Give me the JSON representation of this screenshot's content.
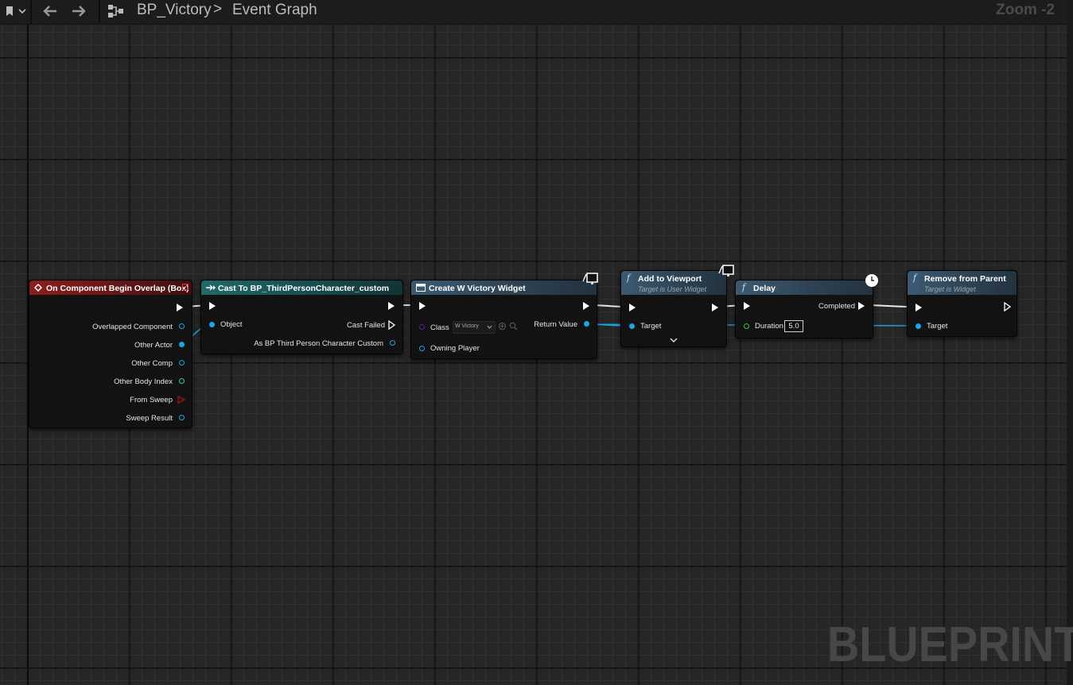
{
  "toolbar": {
    "breadcrumb_blueprint": "BP_Victory",
    "breadcrumb_separator": ">",
    "breadcrumb_graph": "Event Graph",
    "zoom": "Zoom -2",
    "icons": [
      "bookmark-icon",
      "chevron-down-icon",
      "back-arrow-icon",
      "forward-arrow-icon",
      "graph-icon"
    ]
  },
  "watermark": "BLUEPRINT",
  "colors": {
    "event_header": "#8c1e1e",
    "cast_header": "#1f6a6a",
    "function_header": "#3b5a72",
    "object_pin": "#19a6e6",
    "int_pin": "#2fd18f",
    "bool_pin": "#8f1212",
    "class_pin": "#5a1ea8",
    "float_pin": "#35c042",
    "exec": "#ffffff"
  },
  "nodes": {
    "overlap": {
      "title": "On Component Begin Overlap (Box)",
      "outputs": [
        "Overlapped Component",
        "Other Actor",
        "Other Comp",
        "Other Body Index",
        "From Sweep",
        "Sweep Result"
      ]
    },
    "cast": {
      "title": "Cast To BP_ThirdPersonCharacter_custom",
      "input_object": "Object",
      "cast_failed": "Cast Failed",
      "as_output": "As BP Third Person Character Custom"
    },
    "create_widget": {
      "title": "Create W Victory Widget",
      "class_label": "Class",
      "class_value": "W Victory",
      "owning_player": "Owning Player",
      "return_value": "Return Value"
    },
    "add_viewport": {
      "title": "Add to Viewport",
      "subtitle": "Target is User Widget",
      "target": "Target"
    },
    "delay": {
      "title": "Delay",
      "completed": "Completed",
      "duration_label": "Duration",
      "duration_value": "5.0"
    },
    "remove_parent": {
      "title": "Remove from Parent",
      "subtitle": "Target is Widget",
      "target": "Target"
    }
  }
}
